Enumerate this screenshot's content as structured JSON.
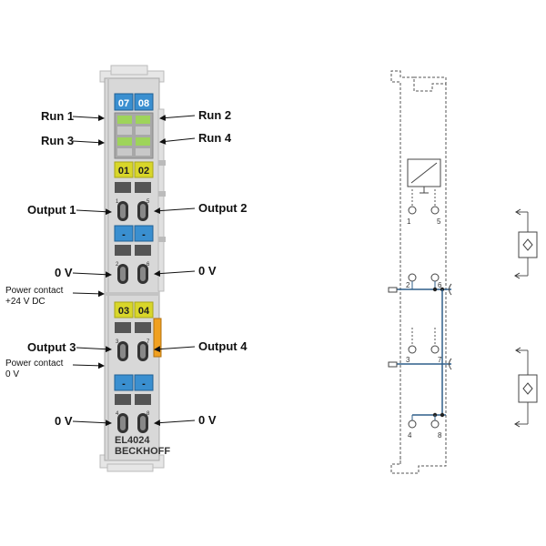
{
  "left_labels": {
    "run1": "Run 1",
    "run3": "Run 3",
    "output1": "Output 1",
    "zero_v_top": "0 V",
    "power_24v_line1": "Power contact",
    "power_24v_line2": "+24 V DC",
    "output3": "Output 3",
    "power_0v_line1": "Power contact",
    "power_0v_line2": "0 V",
    "zero_v_bottom": "0 V"
  },
  "right_labels": {
    "run2": "Run 2",
    "run4": "Run 4",
    "output2": "Output 2",
    "zero_v_top": "0 V",
    "output4": "Output 4",
    "zero_v_bottom": "0 V"
  },
  "module": {
    "tags": {
      "t07": "07",
      "t08": "08",
      "t01": "01",
      "t02": "02",
      "t03": "03",
      "t04": "04"
    },
    "dash": "-",
    "pins": {
      "p1": "1",
      "p5": "5",
      "p2": "2",
      "p6": "6",
      "p3": "3",
      "p7": "7",
      "p4": "4",
      "p8": "8"
    },
    "model": "EL4024",
    "brand": "BECKHOFF"
  },
  "schematic": {
    "pins": {
      "p1": "1",
      "p5": "5",
      "p2": "2",
      "p6": "6",
      "p3": "3",
      "p7": "7",
      "p4": "4",
      "p8": "8"
    }
  },
  "colors": {
    "blue_tag": "#3a8fd0",
    "yellow_tag": "#d8d62a",
    "led_green": "#9ed45a",
    "orange": "#f0a020",
    "housing": "#d8d8d8",
    "schematic_blue": "#2f5f8a"
  }
}
